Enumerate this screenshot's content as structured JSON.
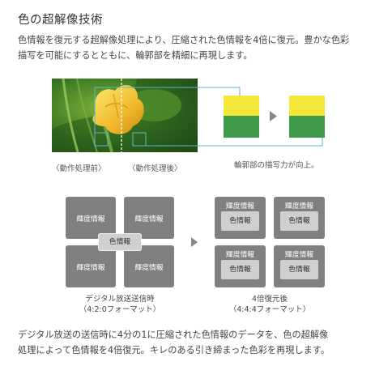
{
  "title": "色の超解像技術",
  "intro_line1": "色情報を復元する超解像処理により、圧縮された色情報を4倍に復元。豊かな色彩",
  "intro_line2": "描写を可能にするとともに、輪郭部を精細に再現します。",
  "photo": {
    "before_label": "〈動作処理前〉",
    "after_label": "〈動作処理後〉",
    "edge_caption": "輪郭部の描写力が向上。"
  },
  "diagram": {
    "left": {
      "blocks": [
        "輝度情報",
        "輝度情報",
        "輝度情報",
        "輝度情報"
      ],
      "center": "色情報",
      "caption_line1": "デジタル放送送信時",
      "caption_line2": "（4:2:0フォーマット）"
    },
    "right": {
      "blocks": [
        {
          "top": "輝度情報",
          "inner": "色情報"
        },
        {
          "top": "輝度情報",
          "inner": "色情報"
        },
        {
          "top": "輝度情報",
          "inner": "色情報"
        },
        {
          "top": "輝度情報",
          "inner": "色情報"
        }
      ],
      "caption_line1": "4倍復元後",
      "caption_line2": "（4:4:4フォーマット）"
    }
  },
  "outro_line1": "デジタル放送の送信時に4分の1に圧縮された色情報のデータを、色の超解像",
  "outro_line2": "処理によって色情報を4倍復元。キレのある引き締まった色彩を再現します。",
  "colors": {
    "accent_line": "#5bb8c8",
    "swatch_yellow": "#f5e63a",
    "swatch_green": "#3f9a4a",
    "block_grey": "#808080"
  }
}
